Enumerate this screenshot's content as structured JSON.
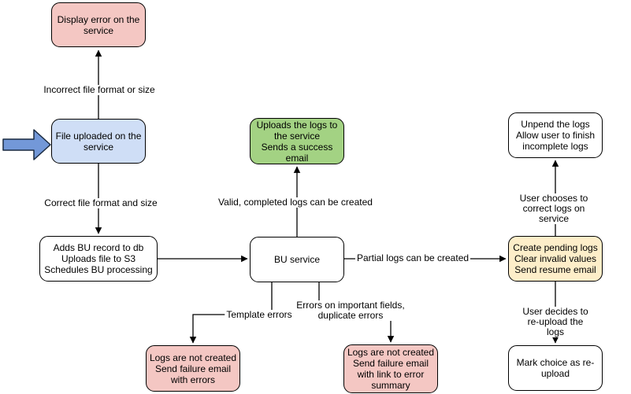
{
  "colors": {
    "node_red_fill": "#f4c7c3",
    "node_blue_fill": "#cfdef6",
    "node_green_fill": "#a3d283",
    "node_yellow_fill": "#fdeec9",
    "node_white_fill": "#ffffff",
    "edge_stroke": "#000000",
    "arrow_icon_fill": "#7398d8"
  },
  "nodes": {
    "display_error": "Display error on the\nservice",
    "file_uploaded": "File uploaded on the\nservice",
    "add_bu_record": "Adds BU record to db\nUploads file to S3\nSchedules BU processing",
    "bu_service": "BU service",
    "upload_logs_success": "Uploads the logs to\nthe service\nSends a success\nemail",
    "create_pending_logs": "Create pending logs\nClear invalid values\nSend resume email",
    "unpend_logs": "Unpend the logs\nAllow user to finish\nincomplete logs",
    "mark_reupload": "Mark choice as re-\nupload",
    "logs_not_created_errors": "Logs are not created\nSend failure email\nwith errors",
    "logs_not_created_summary": "Logs are not created\nSend failure email\nwith link to error\nsummary"
  },
  "edge_labels": {
    "incorrect_format": "Incorrect file format or size",
    "correct_format": "Correct file format and size",
    "valid_logs": "Valid, completed logs can be created",
    "partial_logs": "Partial logs can be created",
    "user_correct": "User chooses to correct logs on service",
    "user_reupload": "User decides to re-upload the logs",
    "template_errors": "Template errors",
    "field_errors": "Errors on important fields,\nduplicate errors"
  }
}
